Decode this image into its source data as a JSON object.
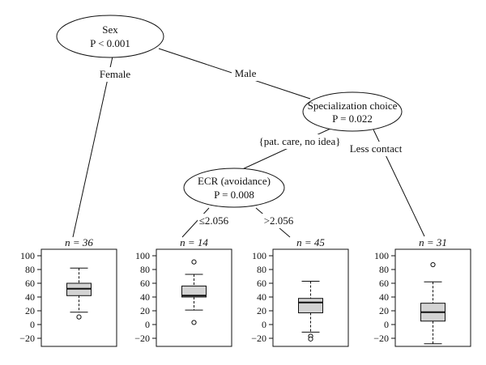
{
  "tree": {
    "nodes": {
      "sex": {
        "name": "Sex",
        "p_label": "P < 0.001"
      },
      "spec": {
        "name": "Specialization choice",
        "p_label": "P = 0.022"
      },
      "ecr": {
        "name": "ECR (avoidance)",
        "p_label": "P = 0.008"
      }
    },
    "edges": {
      "female": "Female",
      "male": "Male",
      "patcare": "{pat. care, no idea}",
      "less_contact": "Less contact",
      "le": "≤2.056",
      "gt": ">2.056"
    }
  },
  "chart_data": [
    {
      "type": "box",
      "title": "n = 36",
      "ylim": [
        -30,
        105
      ],
      "ticks": [
        100,
        80,
        60,
        40,
        20,
        0,
        -20
      ],
      "box": {
        "whisker_low": 18,
        "q1": 42,
        "median": 52,
        "q3": 60,
        "whisker_high": 82
      },
      "outliers": [
        11
      ]
    },
    {
      "type": "box",
      "title": "n = 14",
      "ylim": [
        -30,
        105
      ],
      "ticks": [
        100,
        80,
        60,
        40,
        20,
        0,
        -20
      ],
      "box": {
        "whisker_low": 21,
        "q1": 40,
        "median": 42,
        "q3": 56,
        "whisker_high": 73
      },
      "outliers": [
        91,
        3
      ]
    },
    {
      "type": "box",
      "title": "n = 45",
      "ylim": [
        -30,
        105
      ],
      "ticks": [
        100,
        80,
        60,
        40,
        20,
        0,
        -20
      ],
      "box": {
        "whisker_low": -11,
        "q1": 17,
        "median": 32,
        "q3": 38,
        "whisker_high": 63
      },
      "outliers": [
        -17,
        -21
      ]
    },
    {
      "type": "box",
      "title": "n = 31",
      "ylim": [
        -30,
        105
      ],
      "ticks": [
        100,
        80,
        60,
        40,
        20,
        0,
        -20
      ],
      "box": {
        "whisker_low": -28,
        "q1": 5,
        "median": 18,
        "q3": 31,
        "whisker_high": 62
      },
      "outliers": [
        87
      ]
    }
  ]
}
